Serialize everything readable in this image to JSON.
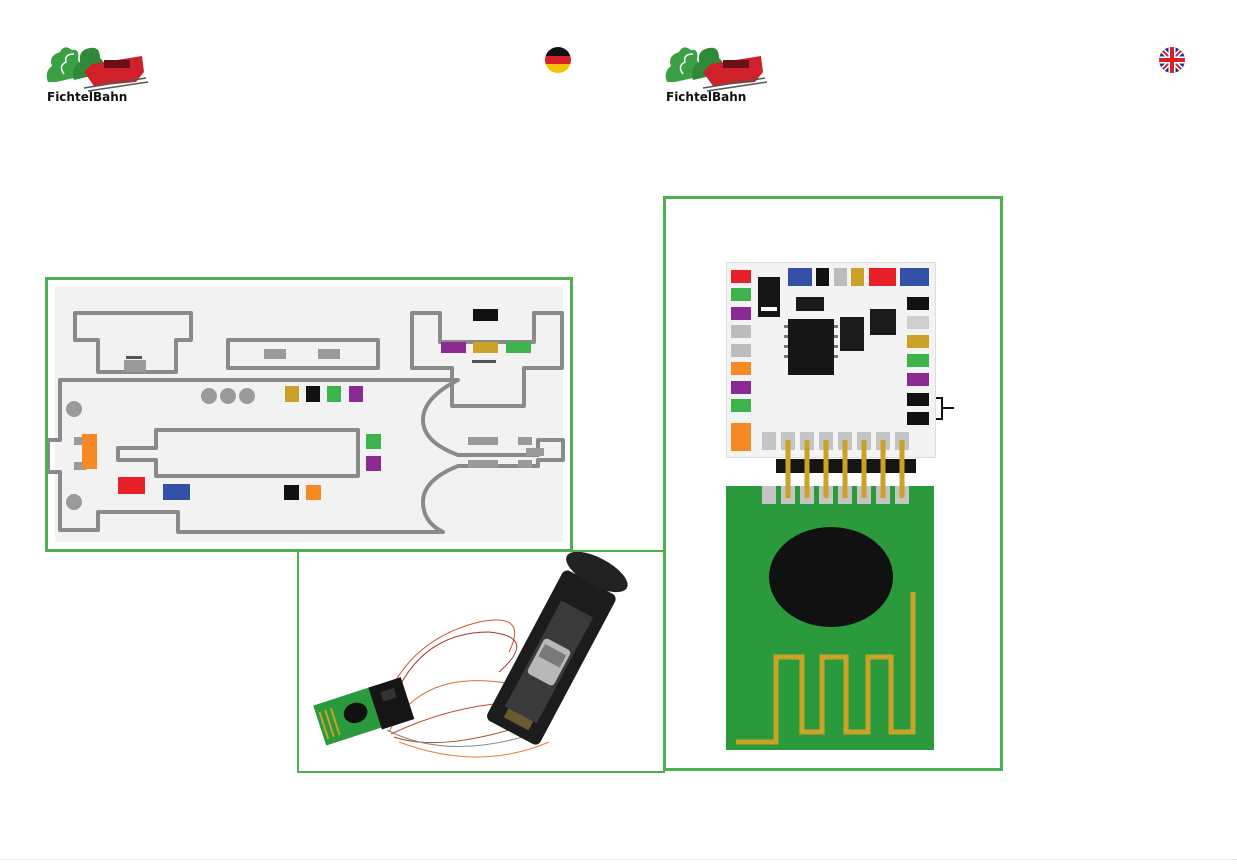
{
  "pages": [
    {
      "brand": "FichtelBahn",
      "language": "de",
      "flag_icon": "german-flag-icon"
    },
    {
      "brand": "FichtelBahn",
      "language": "en",
      "flag_icon": "uk-flag-icon"
    }
  ],
  "colors": {
    "frame_green": "#4caf50",
    "wire_red": "#e8202a",
    "wire_green": "#3cb44b",
    "wire_purple": "#8b2a92",
    "wire_gold": "#c9a227",
    "wire_blue": "#3250a8",
    "wire_orange": "#f58a25",
    "wire_black": "#111111",
    "wire_grey": "#bcbcbc",
    "pcb_green": "#2a9a3c",
    "antenna_gold": "#c9a227",
    "outline_grey": "#8a8a8a"
  },
  "icons": [
    "logo-trees-locomotive-icon",
    "german-flag-icon",
    "uk-flag-icon",
    "bracket-icon",
    "chip-icon"
  ],
  "photo": {
    "subject": "locomotive chassis wired to decoder and radio module"
  }
}
